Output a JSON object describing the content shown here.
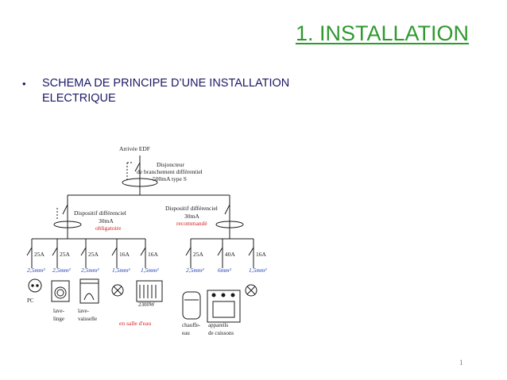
{
  "slide": {
    "title": "1. INSTALLATION",
    "bullet_line1": "SCHEMA DE PRINCIPE D’UNE INSTALLATION",
    "bullet_line2": "ELECTRIQUE",
    "page_number": "1"
  },
  "diagram": {
    "arrivee": "Arrivée EDF",
    "disjoncteur": [
      "Disjoncteur",
      "de branchement différentiel",
      "500mA type S"
    ],
    "diff_left": [
      "Dispositif différenciel",
      "30mA"
    ],
    "diff_left_note": "obligatoire",
    "diff_right": [
      "Dispositif différenciel",
      "30mA"
    ],
    "diff_right_note": "recommandé",
    "left_circuits": [
      {
        "rating": "25A",
        "section": "2,5mm²",
        "label": [
          "PC"
        ]
      },
      {
        "rating": "25A",
        "section": "2,5mm²",
        "label": [
          "lave-",
          "linge"
        ]
      },
      {
        "rating": "25A",
        "section": "2,5mm²",
        "label": [
          "lave-",
          "vaisselle"
        ]
      },
      {
        "rating": "16A",
        "section": "1,5mm²",
        "label": []
      },
      {
        "rating": "16A",
        "section": "1,5mm²",
        "label": [
          "2300W"
        ]
      }
    ],
    "right_circuits": [
      {
        "rating": "25A",
        "section": "2,5mm²",
        "label": [
          "chauffe-",
          "eau"
        ]
      },
      {
        "rating": "40A",
        "section": "6mm²",
        "label": [
          "appareils",
          "de cuissons"
        ]
      },
      {
        "rating": "16A",
        "section": "1,5mm²",
        "label": []
      }
    ],
    "salle_eau_note": "en salle d'eau",
    "colors": {
      "line": "#1a1a1a",
      "note": "#d42020",
      "section": "#1f3fb0",
      "title": "#2e9a2e",
      "text": "#1a1a66"
    }
  }
}
